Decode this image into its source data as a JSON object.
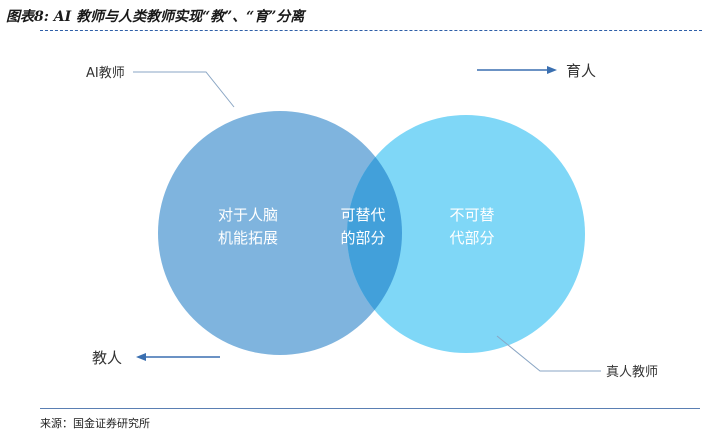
{
  "title": "图表8: AI 教师与人类教师实现“教”、“育”分离",
  "source": "来源：国金证券研究所",
  "colors": {
    "left_circle": "#7fb4de",
    "right_circle": "#7fd7f7",
    "overlap": "#42a0da",
    "arrow": "#3a6fb0",
    "leader_line": "#8aa6c4"
  },
  "diagram": {
    "left_callout": "AI教师",
    "right_callout": "真人教师",
    "top_right_arrow_label": "育人",
    "bottom_left_arrow_label": "教人",
    "left_region": [
      "对于人脑",
      "机能拓展"
    ],
    "overlap_region": [
      "可替代",
      "的部分"
    ],
    "right_region": [
      "不可替",
      "代部分"
    ]
  }
}
